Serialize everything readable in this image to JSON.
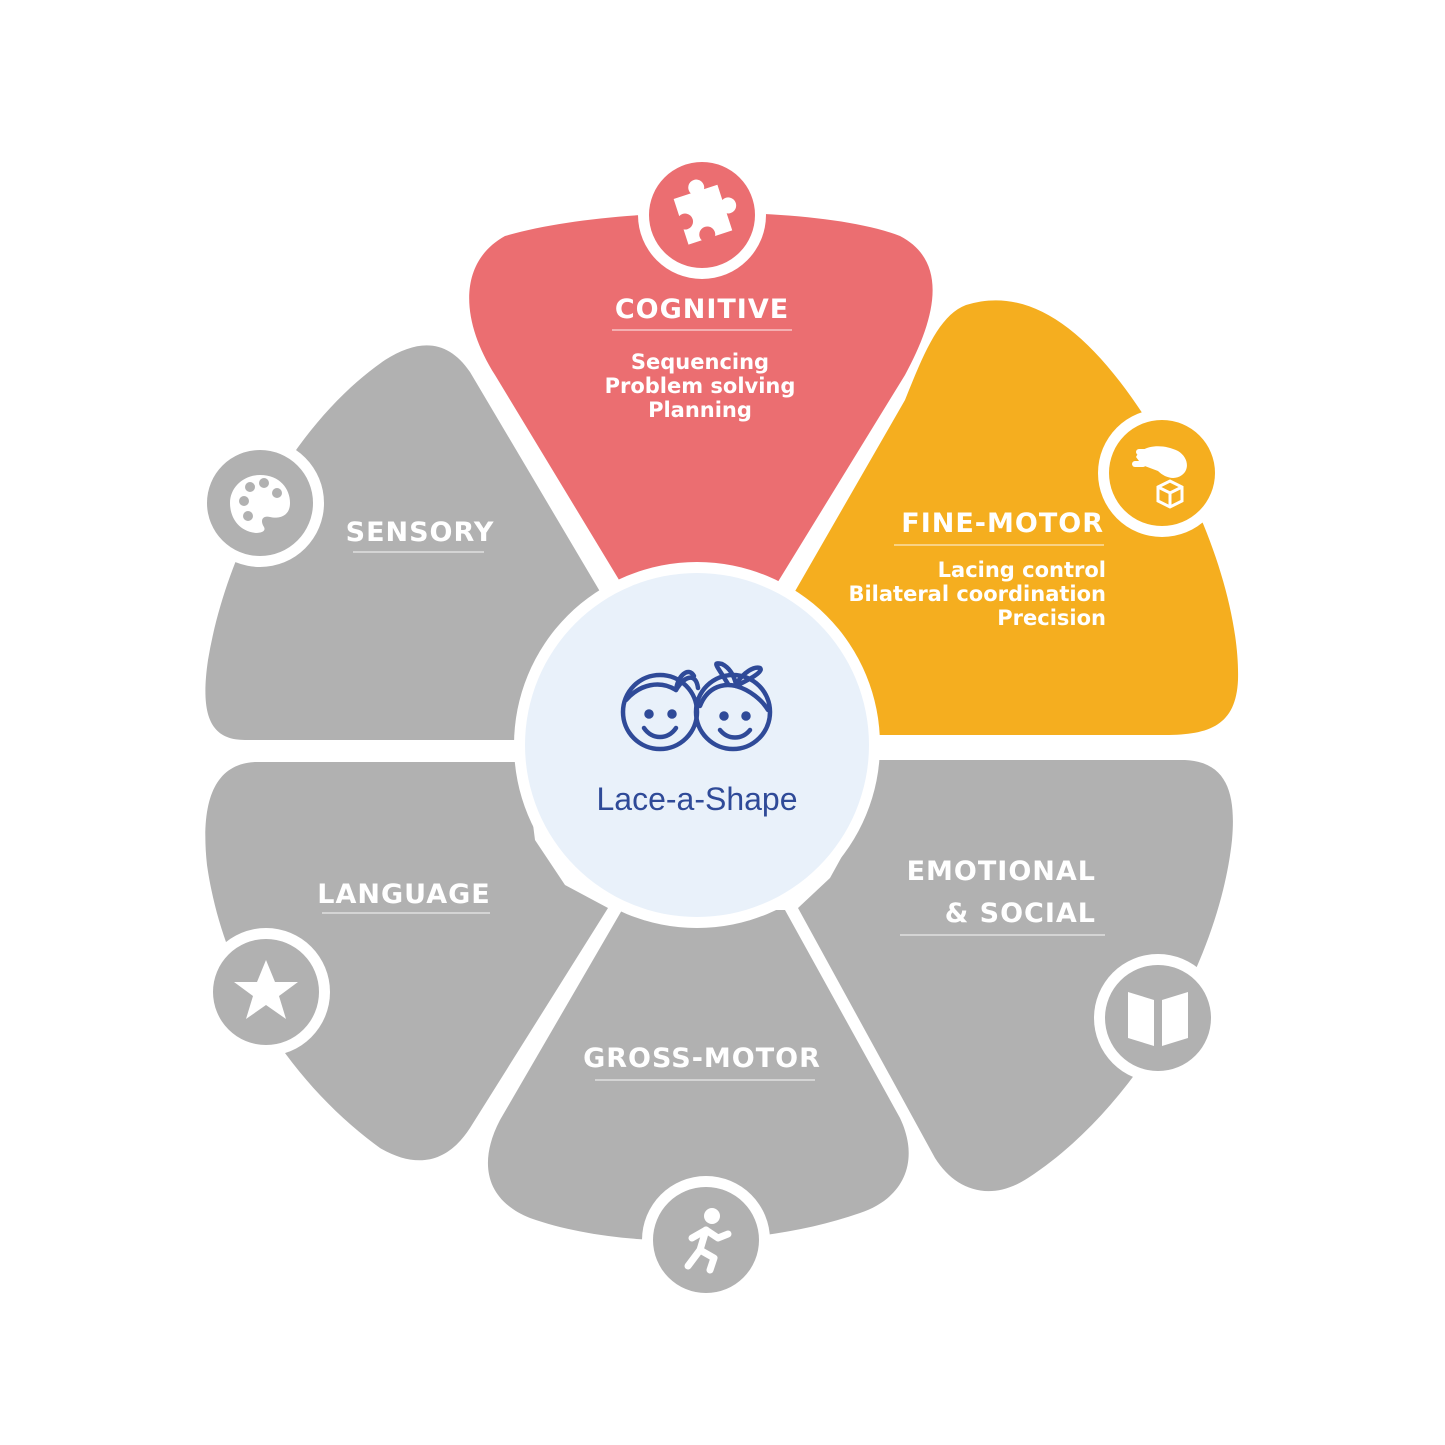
{
  "center": {
    "title": "Lace-a-Shape",
    "icon": "kids-faces-icon",
    "background": "#e9f1fa",
    "accent": "#2f4a98"
  },
  "segments": [
    {
      "id": "cognitive",
      "title": [
        "COGNITIVE"
      ],
      "items": [
        "Sequencing",
        "Problem solving",
        "Planning"
      ],
      "color": "#eb6e71",
      "icon": "puzzle-icon",
      "active": true
    },
    {
      "id": "fine-motor",
      "title": [
        "FINE-MOTOR"
      ],
      "items": [
        "Lacing control",
        "Bilateral coordination",
        "Precision"
      ],
      "color": "#f5ae1f",
      "icon": "hand-block-icon",
      "active": true
    },
    {
      "id": "emotional-social",
      "title": [
        "EMOTIONAL",
        "& SOCIAL"
      ],
      "items": [],
      "color": "#b1b1b1",
      "icon": "book-icon",
      "active": false
    },
    {
      "id": "gross-motor",
      "title": [
        "GROSS-MOTOR"
      ],
      "items": [],
      "color": "#b1b1b1",
      "icon": "running-person-icon",
      "active": false
    },
    {
      "id": "language",
      "title": [
        "LANGUAGE"
      ],
      "items": [],
      "color": "#b1b1b1",
      "icon": "star-icon",
      "active": false
    },
    {
      "id": "sensory",
      "title": [
        "SENSORY"
      ],
      "items": [],
      "color": "#b1b1b1",
      "icon": "palette-icon",
      "active": false
    }
  ]
}
